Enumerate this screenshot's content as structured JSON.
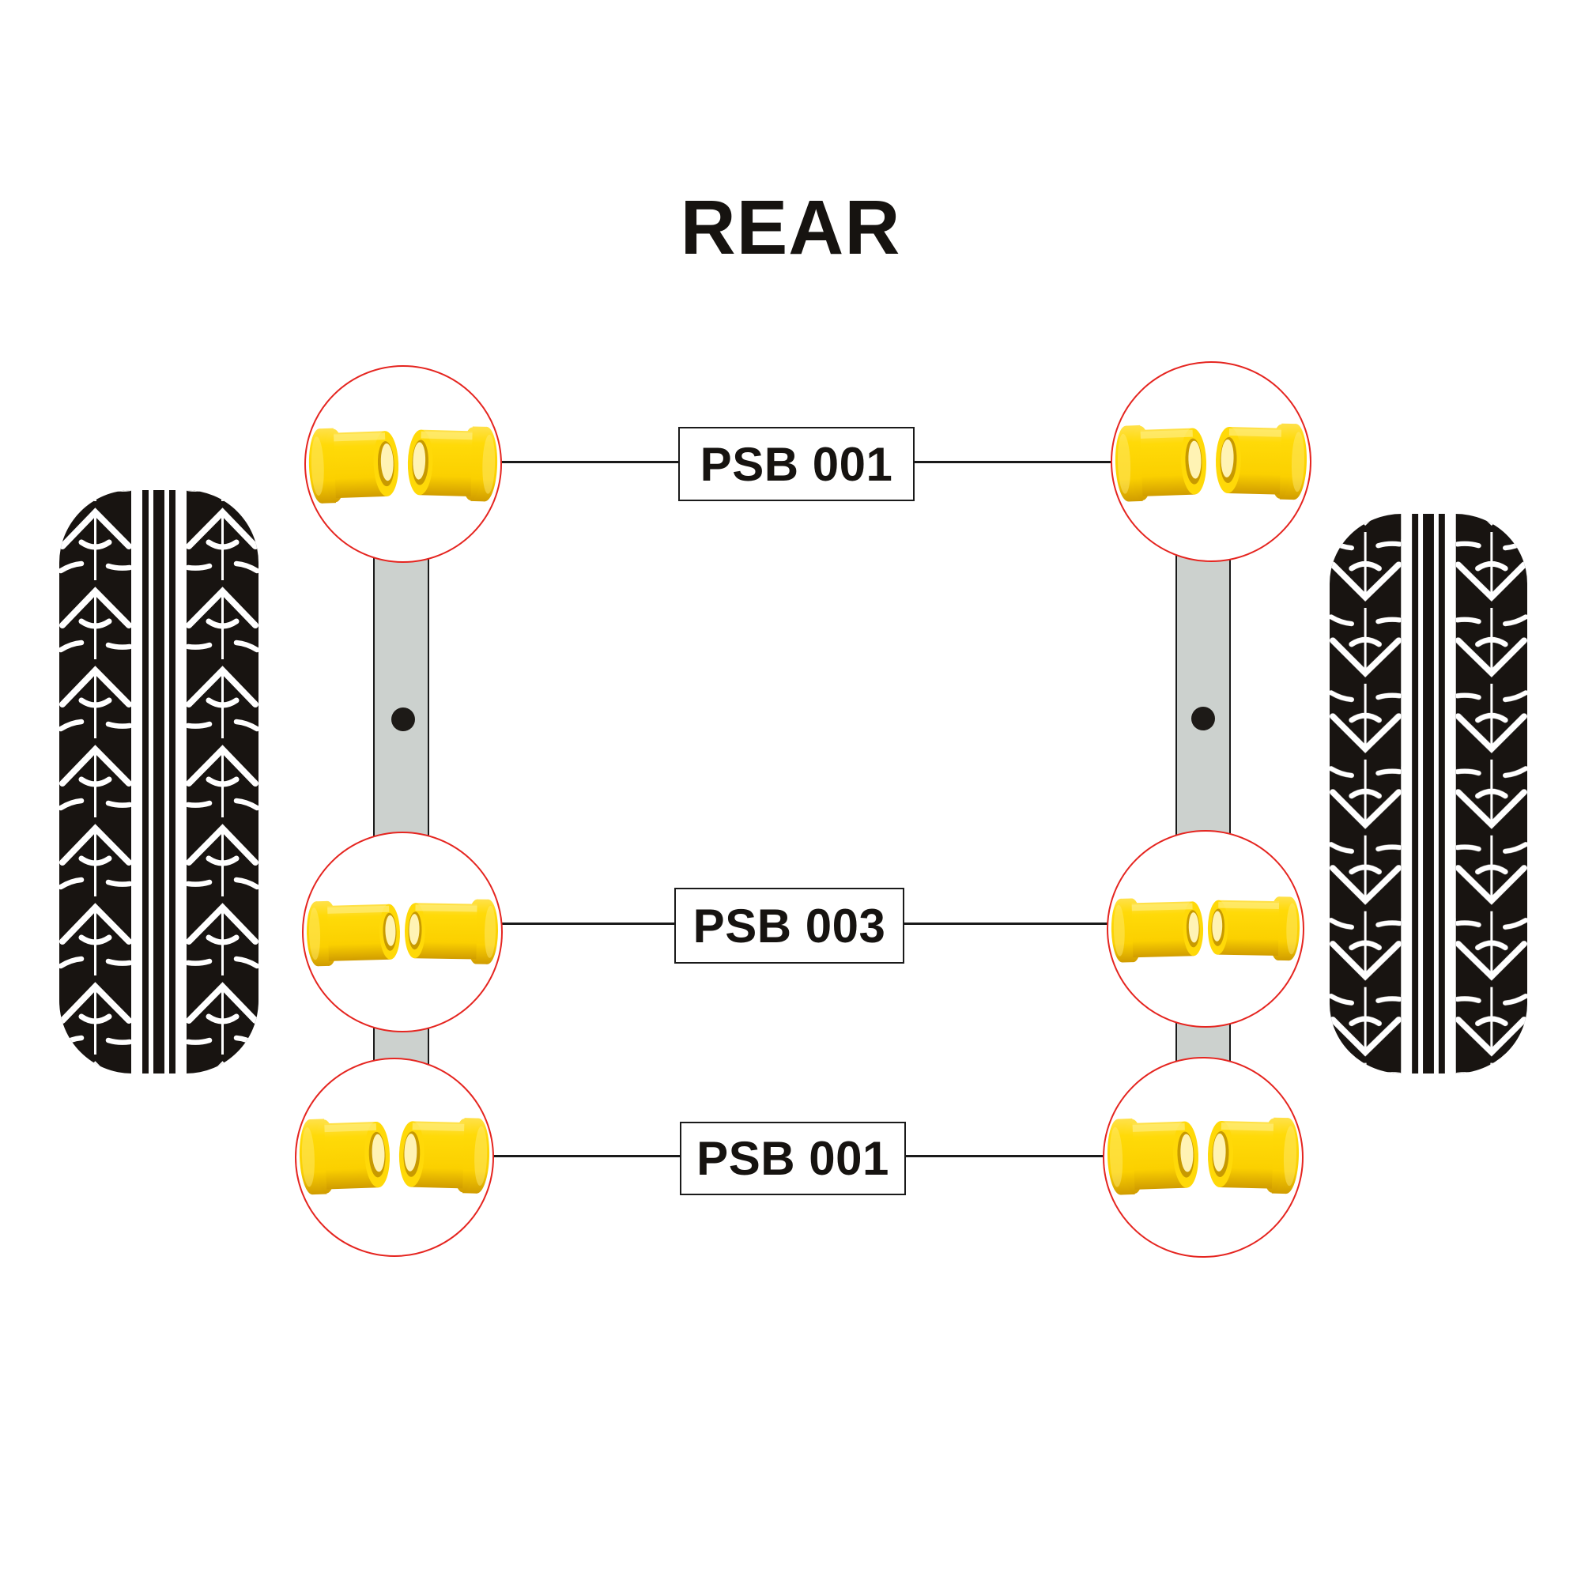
{
  "title": "REAR",
  "callouts": {
    "top": {
      "label": "PSB 001"
    },
    "middle": {
      "label": "PSB 003"
    },
    "bottom": {
      "label": "PSB 001"
    }
  },
  "illustrations": {
    "left_tire": "tire-tread",
    "right_tire": "tire-tread",
    "bushing_pairs": "yellow-polyurethane-bushing-pair"
  },
  "colors": {
    "bushing_yellow": "#FFD908",
    "bushing_shadow": "#D09C00",
    "callout_ring_red": "#E52520",
    "control_arm_gray": "#CCD1CE",
    "ink": "#1A1A1A",
    "background": "#FFFFFF"
  }
}
